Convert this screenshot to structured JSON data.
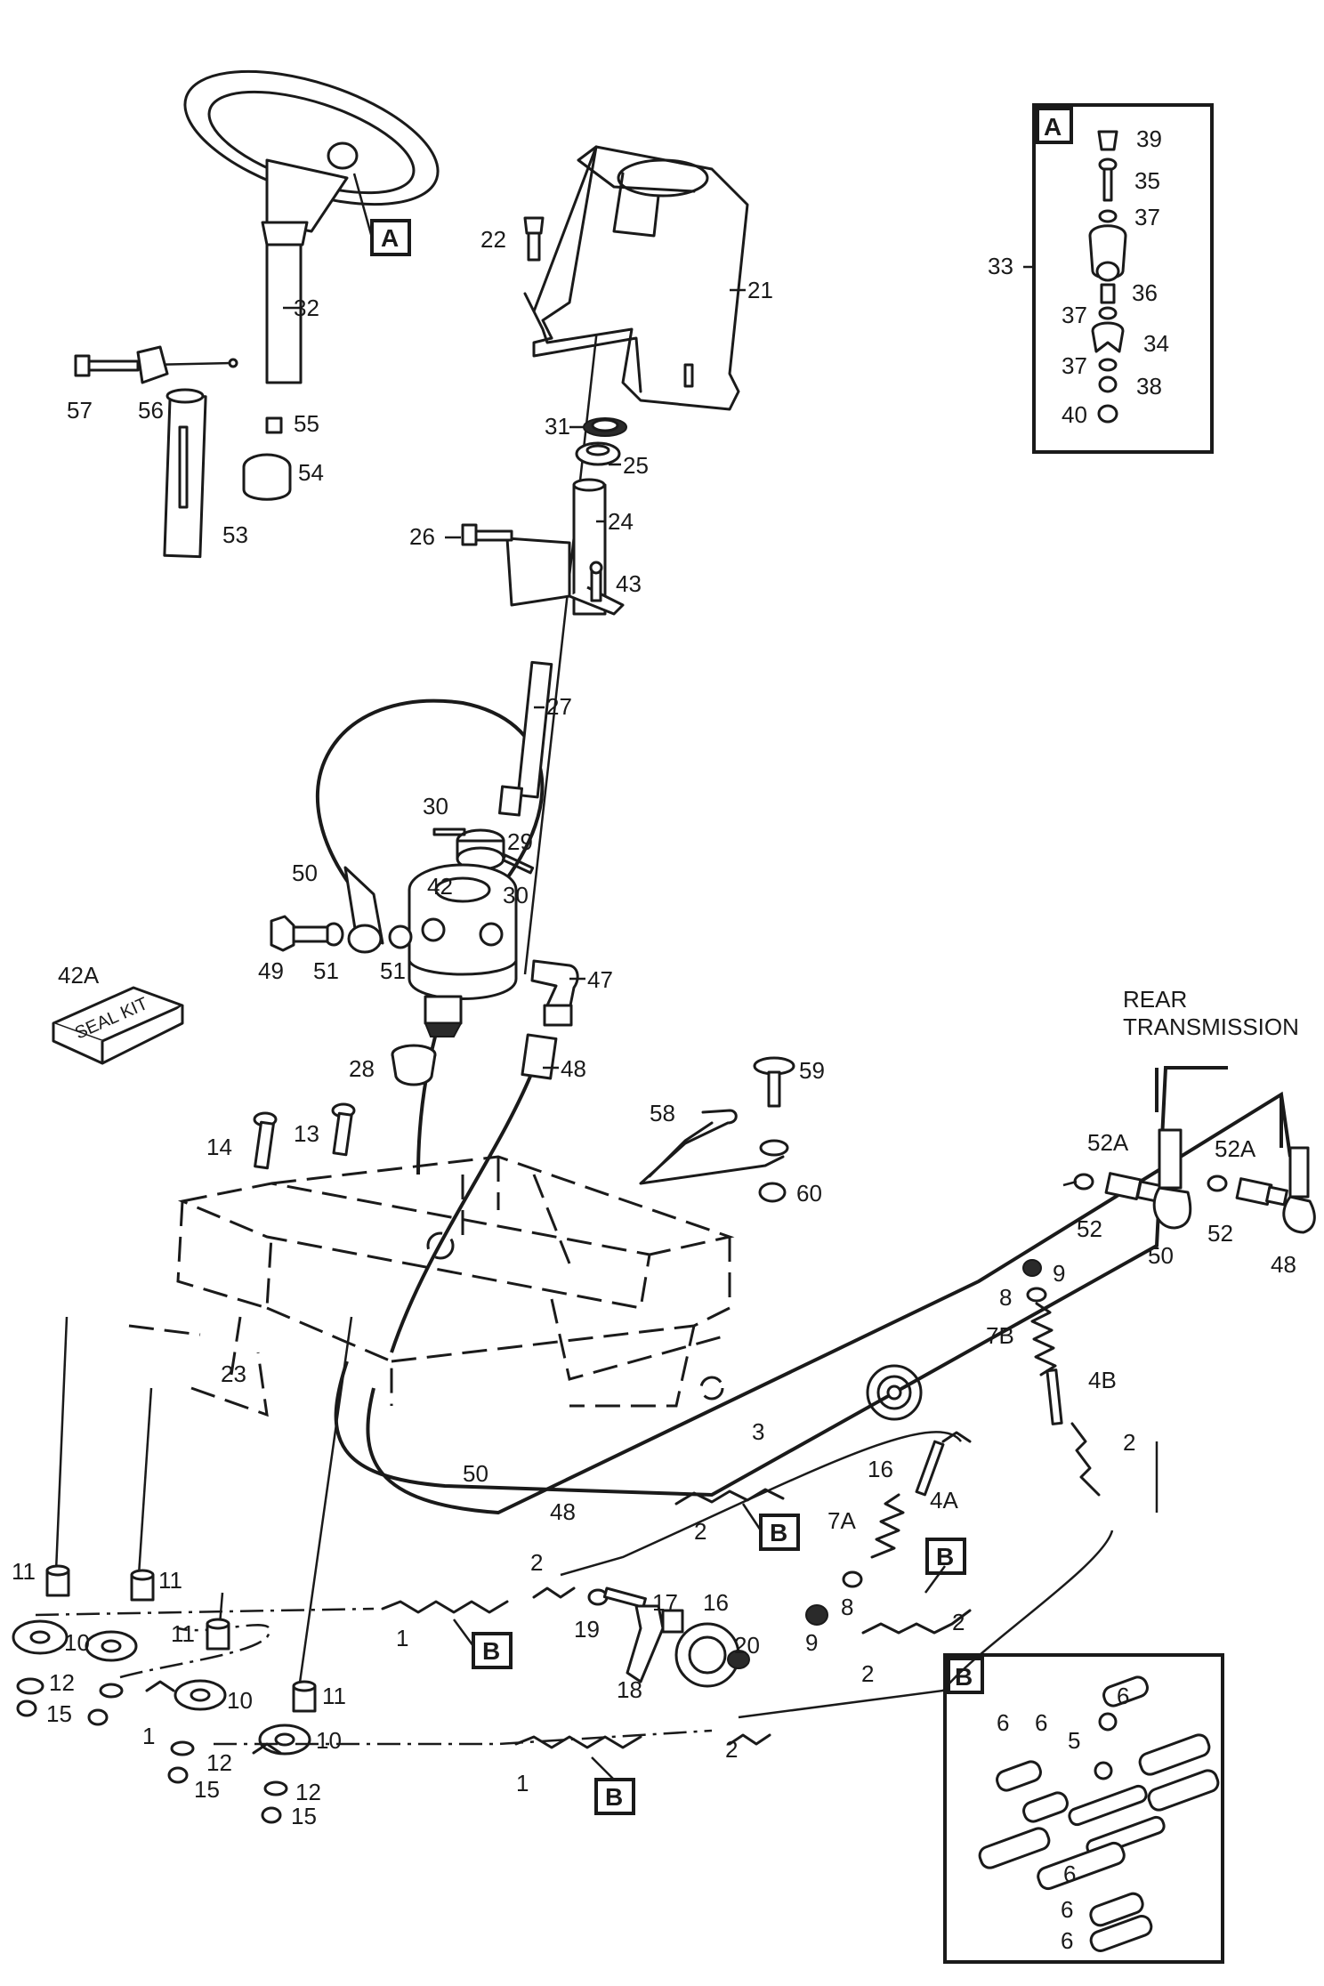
{
  "callouts": {
    "inset_a": "A",
    "inset_b": "B",
    "ref_a": "A",
    "ref_b": "B"
  },
  "seal_kit": "SEAL KIT",
  "rear_transmission": [
    "REAR",
    "TRANSMISSION"
  ],
  "parts": {
    "p1": "1",
    "p2": "2",
    "p3": "3",
    "p4A": "4A",
    "p4B": "4B",
    "p5": "5",
    "p6": "6",
    "p7A": "7A",
    "p7B": "7B",
    "p8": "8",
    "p9": "9",
    "p10": "10",
    "p11": "11",
    "p12": "12",
    "p13": "13",
    "p14": "14",
    "p15": "15",
    "p16": "16",
    "p17": "17",
    "p18": "18",
    "p19": "19",
    "p20": "20",
    "p21": "21",
    "p22": "22",
    "p23": "23",
    "p24": "24",
    "p25": "25",
    "p26": "26",
    "p27": "27",
    "p28": "28",
    "p29": "29",
    "p30": "30",
    "p31": "31",
    "p32": "32",
    "p33": "33",
    "p34": "34",
    "p35": "35",
    "p36": "36",
    "p37": "37",
    "p38": "38",
    "p39": "39",
    "p40": "40",
    "p42": "42",
    "p42A": "42A",
    "p43": "43",
    "p47": "47",
    "p48": "48",
    "p49": "49",
    "p50": "50",
    "p51": "51",
    "p52": "52",
    "p52A": "52A",
    "p53": "53",
    "p54": "54",
    "p55": "55",
    "p56": "56",
    "p57": "57",
    "p58": "58",
    "p59": "59",
    "p60": "60"
  }
}
